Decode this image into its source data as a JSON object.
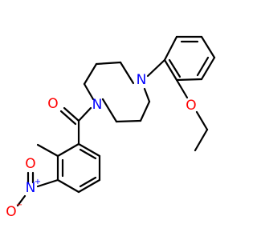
{
  "molecule": {
    "atoms": [
      {
        "id": "n_top",
        "symbol": "N",
        "color": "#0000ff"
      },
      {
        "id": "n_bottom",
        "symbol": "N",
        "color": "#0000ff"
      },
      {
        "id": "o_carbonyl",
        "symbol": "O",
        "color": "#ff0000"
      },
      {
        "id": "o_ether",
        "symbol": "O",
        "color": "#ff0000"
      },
      {
        "id": "n_nitro",
        "symbol": "N",
        "charge": "+",
        "color": "#0000ff"
      },
      {
        "id": "o_nitro_up",
        "symbol": "O",
        "color": "#ff0000"
      },
      {
        "id": "o_nitro_left",
        "symbol": "O",
        "charge": "−",
        "color": "#ff0000"
      }
    ],
    "bond_color": "#000000"
  }
}
